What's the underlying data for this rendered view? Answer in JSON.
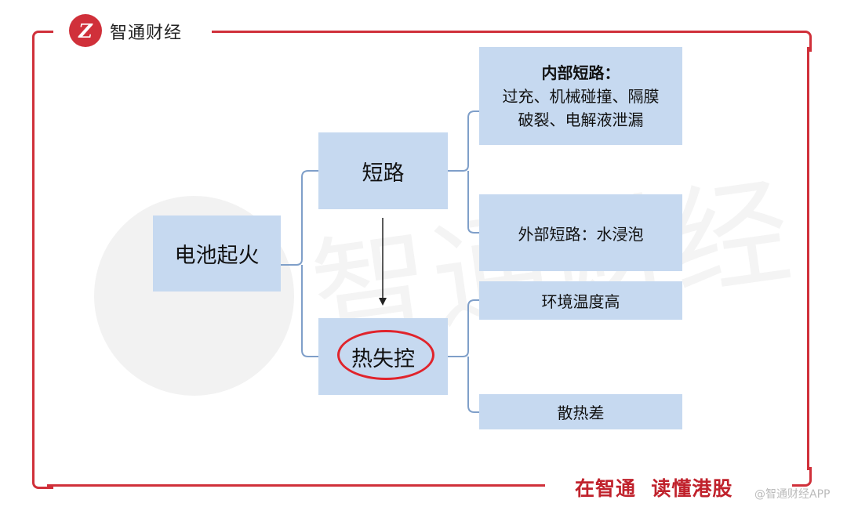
{
  "header": {
    "brand": "智通财经"
  },
  "watermark": {
    "text": "智通财经"
  },
  "diagram": {
    "root": "电池起火",
    "short_circuit": "短路",
    "thermal_runaway": "热失控",
    "internal": {
      "title": "内部短路：",
      "line1": "过充、机械碰撞、隔膜",
      "line2": "破裂、电解液泄漏"
    },
    "external": "外部短路：水浸泡",
    "ambient": "环境温度高",
    "heat": "散热差"
  },
  "footer": {
    "slogan": "在智通  读懂港股",
    "credit": "@智通财经APP"
  },
  "colors": {
    "frame": "#d0303a",
    "box": "#c6d9f0",
    "connector": "#7f9fc9"
  }
}
